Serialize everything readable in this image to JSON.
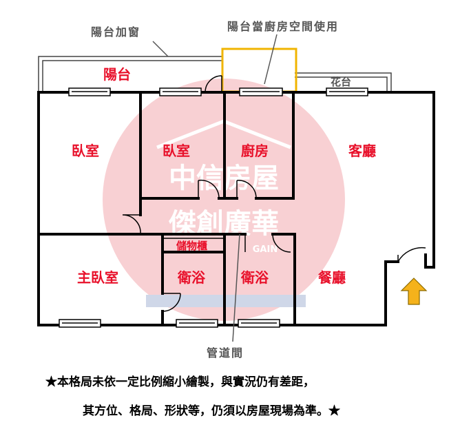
{
  "colors": {
    "wall": "#000000",
    "room_label": "#e8102a",
    "annotation": "#555555",
    "highlight_box": "#f0b400",
    "entrance_arrow": "#f5b21b",
    "watermark": "#e02f3c"
  },
  "annotations": {
    "balcony_window": "陽台加窗",
    "balcony_kitchen": "陽台當廚房空間使用",
    "plumbing_shaft": "管道間"
  },
  "rooms": {
    "balcony": "陽台",
    "flower_bed": "花台",
    "bedroom_1": "臥室",
    "bedroom_2": "臥室",
    "kitchen": "廚房",
    "living_room": "客廳",
    "storage": "儲物櫃",
    "master_bedroom": "主臥室",
    "bathroom_1": "衛浴",
    "bathroom_2": "衛浴",
    "dining_room": "餐廳"
  },
  "watermark": {
    "line1": "中信房屋",
    "line2": "傑創廣華",
    "line3": "GAIN"
  },
  "notes": {
    "line1": "★本格局未依一定比例縮小繪製，與實況仍有差距，",
    "line2": "其方位、格局、形狀等，仍須以房屋現場為準。★"
  }
}
